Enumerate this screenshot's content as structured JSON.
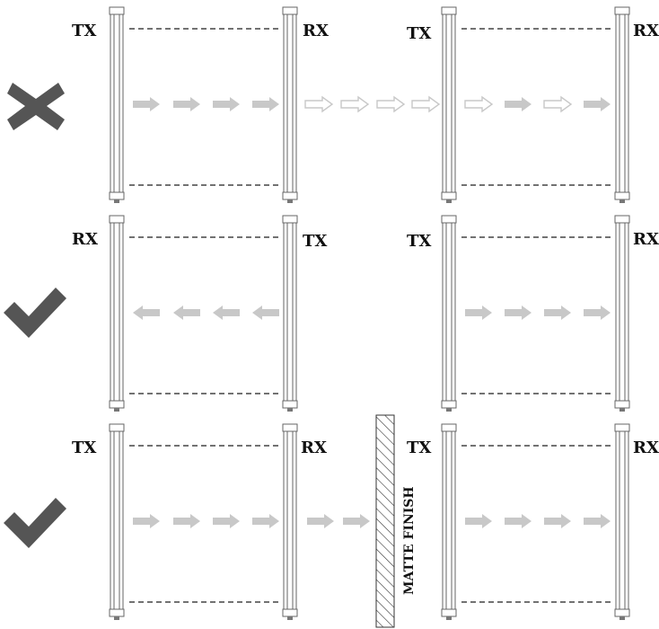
{
  "colors": {
    "status_ok": "#555555",
    "status_bad": "#555555",
    "arrow_solid": "#c8c8c8",
    "arrow_outline": "#c8c8c8",
    "beam_line": "#444444",
    "column": "#666666"
  },
  "rows": [
    {
      "status": "incorrect",
      "status_icon": "cross-icon",
      "pairs": [
        {
          "left_label": "TX",
          "right_label": "RX"
        },
        {
          "left_label": "TX",
          "right_label": "RX"
        }
      ],
      "arrows": [
        {
          "dir": "right",
          "style": "solid"
        },
        {
          "dir": "right",
          "style": "solid"
        },
        {
          "dir": "right",
          "style": "solid"
        },
        {
          "dir": "right",
          "style": "solid"
        },
        {
          "dir": "right",
          "style": "outline"
        },
        {
          "dir": "right",
          "style": "outline"
        },
        {
          "dir": "right",
          "style": "outline"
        },
        {
          "dir": "right",
          "style": "outline"
        },
        {
          "dir": "right",
          "style": "outline"
        },
        {
          "dir": "right",
          "style": "solid"
        },
        {
          "dir": "right",
          "style": "outline"
        },
        {
          "dir": "right",
          "style": "solid"
        }
      ]
    },
    {
      "status": "correct",
      "status_icon": "check-icon",
      "pairs": [
        {
          "left_label": "RX",
          "right_label": "TX"
        },
        {
          "left_label": "TX",
          "right_label": "RX"
        }
      ],
      "arrows": [
        {
          "dir": "left",
          "style": "solid"
        },
        {
          "dir": "left",
          "style": "solid"
        },
        {
          "dir": "left",
          "style": "solid"
        },
        {
          "dir": "left",
          "style": "solid"
        },
        {
          "dir": "right",
          "style": "solid"
        },
        {
          "dir": "right",
          "style": "solid"
        },
        {
          "dir": "right",
          "style": "solid"
        },
        {
          "dir": "right",
          "style": "solid"
        }
      ]
    },
    {
      "status": "correct",
      "status_icon": "check-icon",
      "pairs": [
        {
          "left_label": "TX",
          "right_label": "RX"
        },
        {
          "left_label": "TX",
          "right_label": "RX"
        }
      ],
      "arrows": [
        {
          "dir": "right",
          "style": "solid"
        },
        {
          "dir": "right",
          "style": "solid"
        },
        {
          "dir": "right",
          "style": "solid"
        },
        {
          "dir": "right",
          "style": "solid"
        },
        {
          "dir": "right",
          "style": "solid"
        },
        {
          "dir": "right",
          "style": "solid"
        },
        {
          "dir": "right",
          "style": "solid"
        },
        {
          "dir": "right",
          "style": "solid"
        },
        {
          "dir": "right",
          "style": "solid"
        },
        {
          "dir": "right",
          "style": "solid"
        }
      ],
      "surface_label": "MATTE FINISH"
    }
  ]
}
